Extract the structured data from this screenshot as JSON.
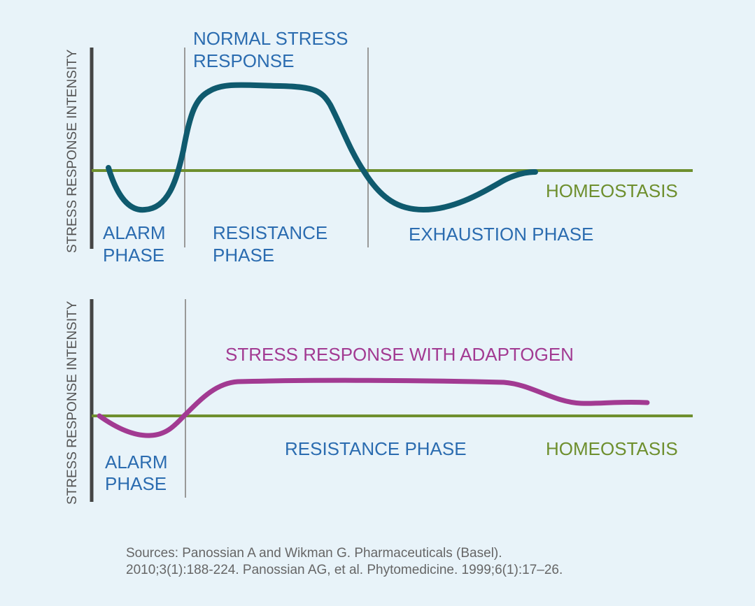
{
  "colors": {
    "background": "#e8f3f9",
    "normal_curve": "#0f5a6e",
    "adaptogen_curve": "#a23a92",
    "homeostasis": "#6e8f2e",
    "labels": "#2b6cb0"
  },
  "top_chart": {
    "y_axis_label": "STRESS RESPONSE INTENSITY",
    "curve_label": [
      "NORMAL STRESS",
      "RESPONSE"
    ],
    "homeostasis_label": "HOMEOSTASIS",
    "alarm_label": [
      "ALARM",
      "PHASE"
    ],
    "resistance_label": [
      "RESISTANCE",
      "PHASE"
    ],
    "exhaustion_label": "EXHAUSTION PHASE"
  },
  "bottom_chart": {
    "y_axis_label": "STRESS RESPONSE INTENSITY",
    "curve_label": "STRESS RESPONSE WITH ADAPTOGEN",
    "homeostasis_label": "HOMEOSTASIS",
    "alarm_label": [
      "ALARM",
      "PHASE"
    ],
    "resistance_label": "RESISTANCE PHASE"
  },
  "sources": [
    "Sources: Panossian A and Wikman G. Pharmaceuticals (Basel).",
    "2010;3(1):188-224. Panossian AG, et al. Phytomedicine. 1999;6(1):17–26."
  ]
}
